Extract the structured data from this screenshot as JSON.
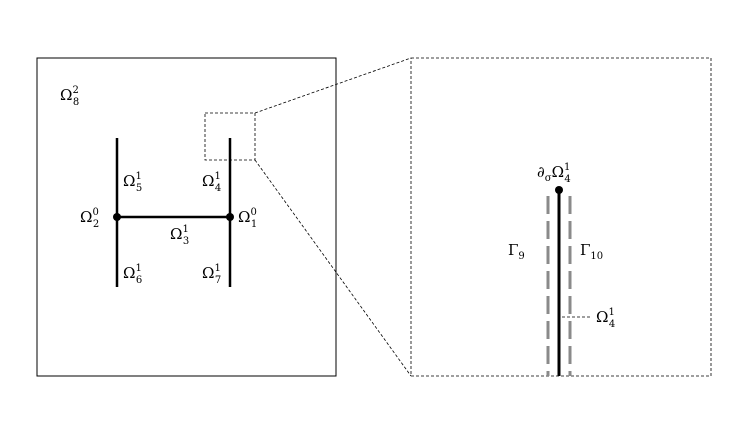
{
  "labels": {
    "omega_8_2": {
      "base": "Ω",
      "sub": "8",
      "sup": "2"
    },
    "omega_5_1": {
      "base": "Ω",
      "sub": "5",
      "sup": "1"
    },
    "omega_4_1": {
      "base": "Ω",
      "sub": "4",
      "sup": "1"
    },
    "omega_2_0": {
      "base": "Ω",
      "sub": "2",
      "sup": "0"
    },
    "omega_1_0": {
      "base": "Ω",
      "sub": "1",
      "sup": "0"
    },
    "omega_3_1": {
      "base": "Ω",
      "sub": "3",
      "sup": "1"
    },
    "omega_6_1": {
      "base": "Ω",
      "sub": "6",
      "sup": "1"
    },
    "omega_7_1": {
      "base": "Ω",
      "sub": "7",
      "sup": "1"
    },
    "boundary": {
      "prefix": "∂",
      "prefix_sub": "σ",
      "base": "Ω",
      "sub": "4",
      "sup": "1"
    },
    "gamma_9": {
      "base": "Γ",
      "sub": "9"
    },
    "gamma_10": {
      "base": "Γ",
      "sub": "10"
    },
    "zoom_omega_4_1": {
      "base": "Ω",
      "sub": "4",
      "sup": "1"
    }
  },
  "colors": {
    "ink": "#000000",
    "gamma_dash": "#8a8a8a"
  }
}
